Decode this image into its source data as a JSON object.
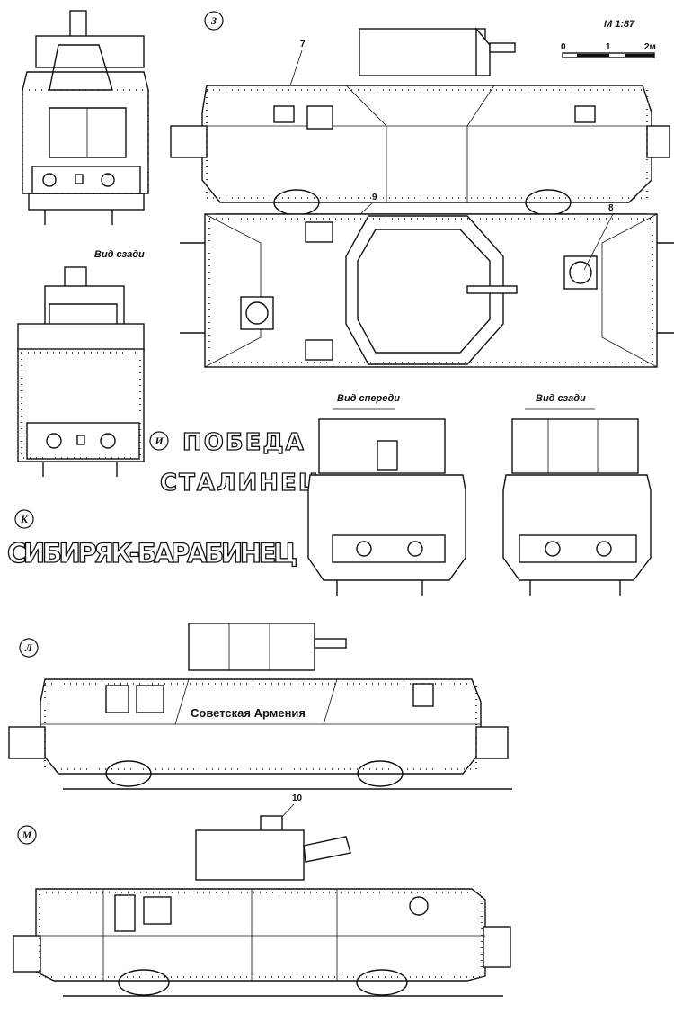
{
  "scale": {
    "label": "M 1:87",
    "ticks": [
      "0",
      "1",
      "2м"
    ]
  },
  "figures": {
    "z": {
      "letter": "З",
      "callout_7": "7",
      "callout_9": "9",
      "callout_8": "8"
    },
    "i": {
      "letter": "И",
      "names": [
        "ПОБЕДА",
        "СТАЛИНЕЦ"
      ]
    },
    "k": {
      "letter": "К",
      "name": "СИБИРЯК-БАРАБИНЕЦ"
    },
    "l": {
      "letter": "Л",
      "name": "Советская Армения"
    },
    "m": {
      "letter": "М",
      "callout_10": "10"
    }
  },
  "view_labels": {
    "rear_top": "Вид сзади",
    "front": "Вид спереди",
    "rear_right": "Вид сзади"
  }
}
